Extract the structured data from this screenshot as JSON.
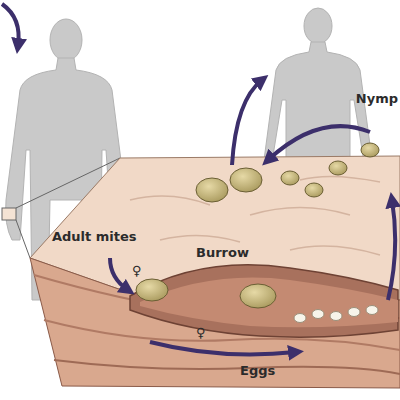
{
  "diagram": {
    "labels": [
      "Nymp",
      "Adult mites",
      "Burrow",
      "♀",
      "♀",
      "Eggs"
    ]
  }
}
